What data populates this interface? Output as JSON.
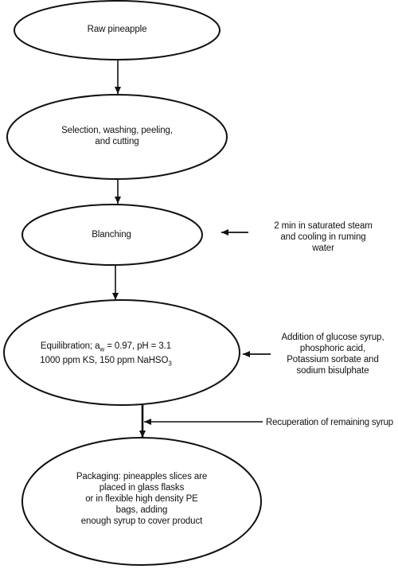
{
  "nodes": {
    "raw": {
      "lines": [
        "Raw pineapple"
      ]
    },
    "selection": {
      "lines": [
        "Selection, washing, peeling,",
        "and cutting"
      ]
    },
    "blanching": {
      "lines": [
        "Blanching"
      ]
    },
    "equilibration": {
      "line1_prefix": "Equilibration; a",
      "line1_sub": "w",
      "line1_suffix": " = 0.97, pH = 3.1",
      "line2_prefix": "1000 ppm KS, 150 ppm NaHSO",
      "line2_sub": "3"
    },
    "packaging": {
      "lines": [
        "Packaging: pineapples slices are",
        "placed in glass flasks",
        "or in flexible high density PE",
        "bags, adding",
        "enough syrup to cover product"
      ]
    }
  },
  "notes": {
    "blanching_note": {
      "lines": [
        "2 min in saturated steam",
        "and cooling in ruming",
        "water"
      ]
    },
    "additives_note": {
      "lines": [
        "Addition of glucose syrup,",
        "phosphoric acid,",
        "Potassium sorbate and",
        "sodium bisulphate"
      ]
    },
    "recuperation_note": {
      "lines": [
        "Recuperation of remaining syrup"
      ]
    }
  }
}
